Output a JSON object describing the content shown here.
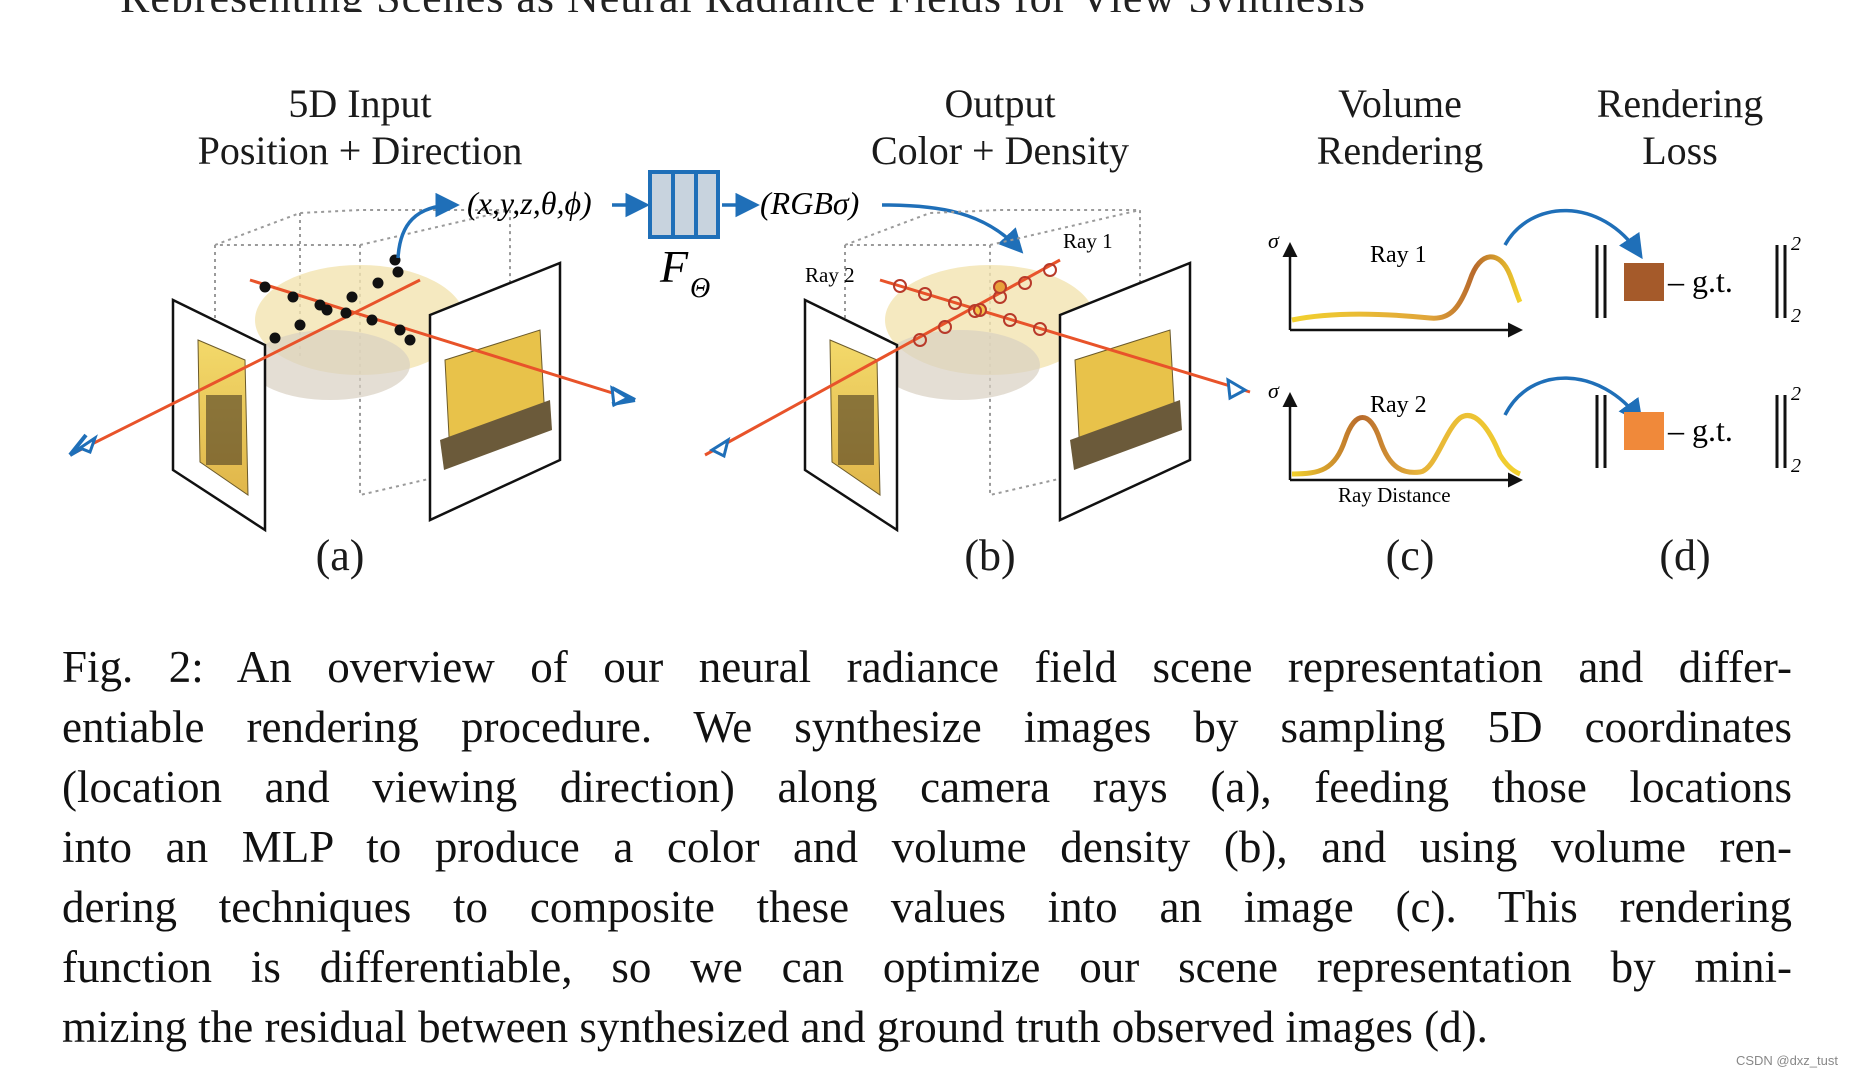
{
  "top_partial_line": "Representing Scenes as Neural Radiance Fields for View Synthesis",
  "panel_a": {
    "title_line1": "5D Input",
    "title_line2": "Position + Direction",
    "label": "(a)",
    "input_tuple": "(x,y,z,θ,ϕ)"
  },
  "network": {
    "symbol": "F",
    "subscript": "Θ",
    "output_tuple": "(RGBσ)"
  },
  "panel_b": {
    "title_line1": "Output",
    "title_line2": "Color + Density",
    "label": "(b)",
    "ray1_label": "Ray 1",
    "ray2_label": "Ray 2"
  },
  "panel_c": {
    "title_line1": "Volume",
    "title_line2": "Rendering",
    "label": "(c)",
    "y_axis_symbol": "σ",
    "plot1_label": "Ray 1",
    "plot2_label": "Ray 2",
    "x_axis_label": "Ray Distance"
  },
  "panel_d": {
    "title_line1": "Rendering",
    "title_line2": "Loss",
    "label": "(d)",
    "minus_gt": "– g.t.",
    "superscript": "2",
    "subscript": "2",
    "swatch1_color": "#a55a2a",
    "swatch2_color": "#f0893a"
  },
  "colors": {
    "ray_red": "#e8532a",
    "arrow_blue": "#1f6fb8",
    "net_fill": "#c8d3de",
    "curve_yellow": "#f2d12e",
    "curve_brown": "#b86a2c"
  },
  "caption": {
    "lines": [
      "Fig. 2: An overview of our neural radiance field scene representation and differ-",
      "entiable rendering procedure. We synthesize images by sampling 5D coordinates",
      "(location and viewing direction) along camera rays (a), feeding those locations",
      "into an MLP to produce a color and volume density (b), and using volume ren-",
      "dering techniques to composite these values into an image (c). This rendering",
      "function is differentiable, so we can optimize our scene representation by mini-",
      "mizing the residual between synthesized and ground truth observed images (d)."
    ]
  },
  "watermark": "CSDN @dxz_tust"
}
